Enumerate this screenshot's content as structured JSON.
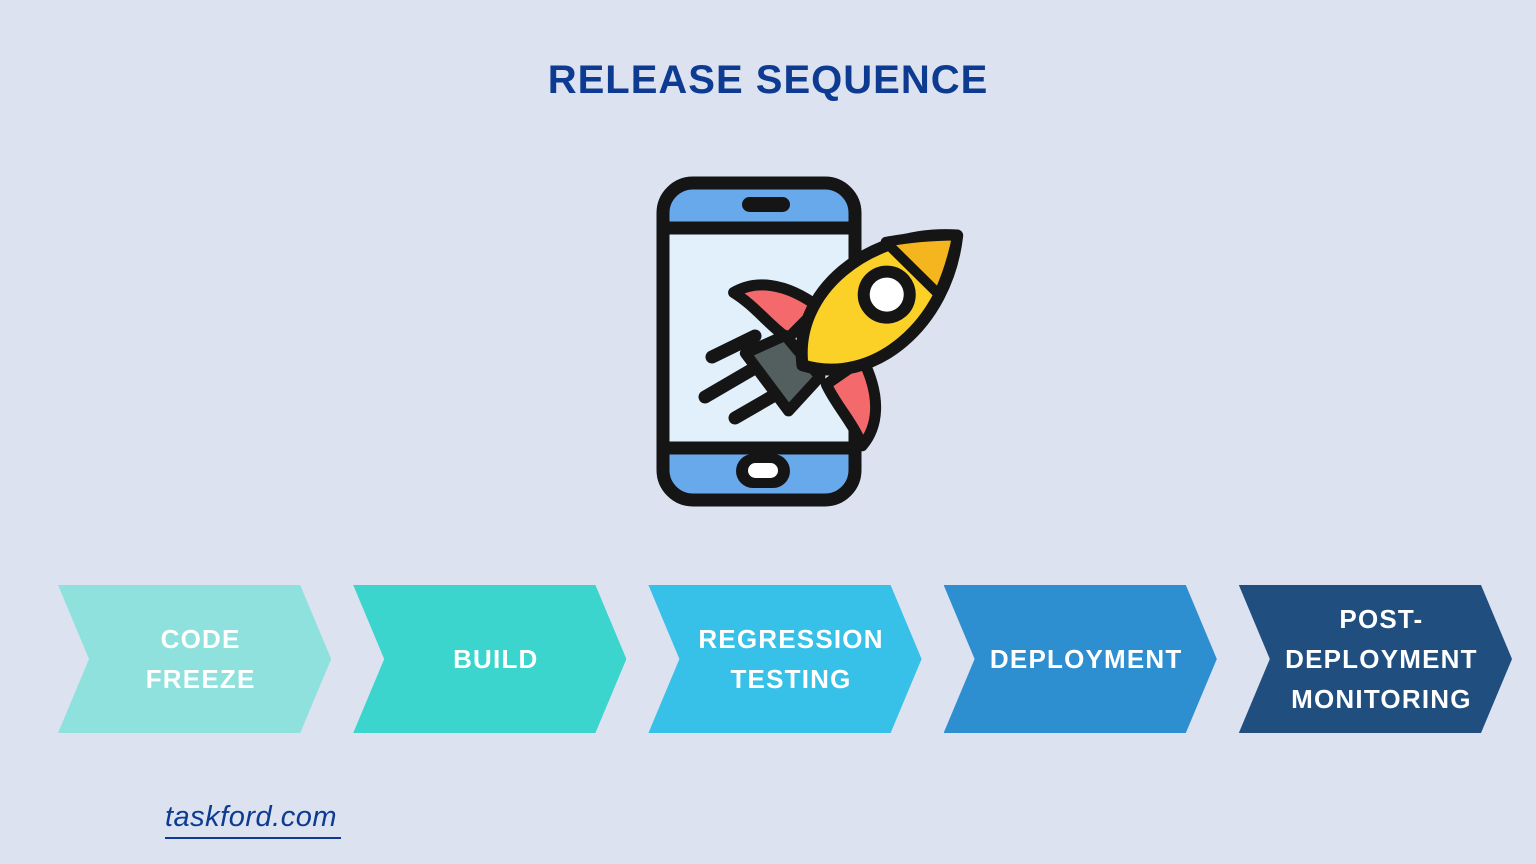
{
  "page": {
    "title": "RELEASE SEQUENCE",
    "background_color": "#DCE2F0",
    "title_color": "#0D3B91"
  },
  "flow": {
    "steps": [
      {
        "label": "CODE\nFREEZE",
        "color": "#8FE1DD"
      },
      {
        "label": "BUILD",
        "color": "#3BD5CE"
      },
      {
        "label": "REGRESSION\nTESTING",
        "color": "#38C1E8"
      },
      {
        "label": "DEPLOYMENT",
        "color": "#2E8FD0"
      },
      {
        "label": "POST-\nDEPLOYMENT\nMONITORING",
        "color": "#1F4E7F"
      }
    ]
  },
  "footer": {
    "website_link": "taskford.com",
    "link_color": "#0D3B91"
  },
  "illustration": {
    "name": "rocket-launching-from-smartphone",
    "colors": {
      "outline": "#151515",
      "phone_bar_blue": "#68A9EC",
      "phone_screen": "#E1F0FA",
      "rocket_body_yellow": "#FBD127",
      "rocket_nose_orange": "#F5B51F",
      "rocket_fin_red": "#F4696B",
      "rocket_nozzle_gray": "#535F5E",
      "porthole_white": "#FFFFFF"
    }
  }
}
